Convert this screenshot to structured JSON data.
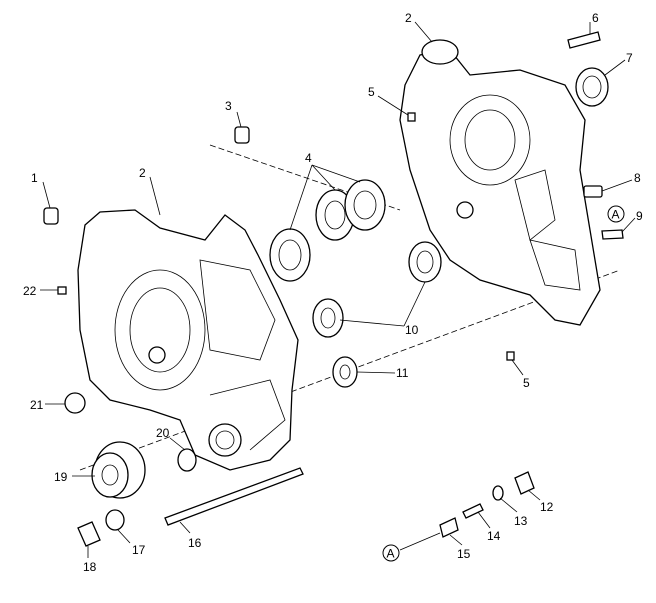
{
  "diagram": {
    "title": "Crankcase exploded view",
    "callouts": {
      "c1": "1",
      "c2_left": "2",
      "c3": "3",
      "c4": "4",
      "c2_top": "2",
      "c5_top": "5",
      "c6": "6",
      "c7": "7",
      "c8": "8",
      "cA_right": "A",
      "c9": "9",
      "c10": "10",
      "c11": "11",
      "c5_bottom": "5",
      "c12": "12",
      "c13": "13",
      "c14": "14",
      "c15": "15",
      "cA_bottom": "A",
      "c16": "16",
      "c17": "17",
      "c18": "18",
      "c19": "19",
      "c20": "20",
      "c21": "21",
      "c22": "22"
    }
  }
}
